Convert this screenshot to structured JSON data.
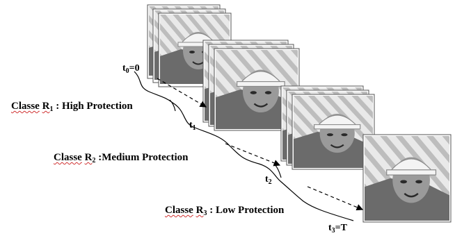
{
  "classes": [
    {
      "word": "Classe",
      "letter": "R",
      "sub": "1",
      "sep": " : ",
      "protection": "High Protection"
    },
    {
      "word": "Classe",
      "letter": "R",
      "sub": "2",
      "sep": " :",
      "protection": "Medium  Protection"
    },
    {
      "word": "Classe",
      "letter": "R",
      "sub": "3",
      "sep": " : ",
      "protection": "Low Protection"
    }
  ],
  "times": [
    {
      "base": "t",
      "sub": "0",
      "suffix": "=0"
    },
    {
      "base": "t",
      "sub": "1",
      "suffix": ""
    },
    {
      "base": "t",
      "sub": "2",
      "suffix": ""
    },
    {
      "base": "t",
      "sub": "3",
      "suffix": "=T"
    }
  ],
  "colors": {
    "frame_border": "#555555",
    "sky": "#e9e9e9",
    "helmet": "#f4f4f4",
    "face": "#9a9a9a",
    "hair": "#3a3a3a",
    "shirt": "#6b6b6b",
    "building_stripe": "#bdbdbd",
    "spellcheck": "#d03030"
  }
}
